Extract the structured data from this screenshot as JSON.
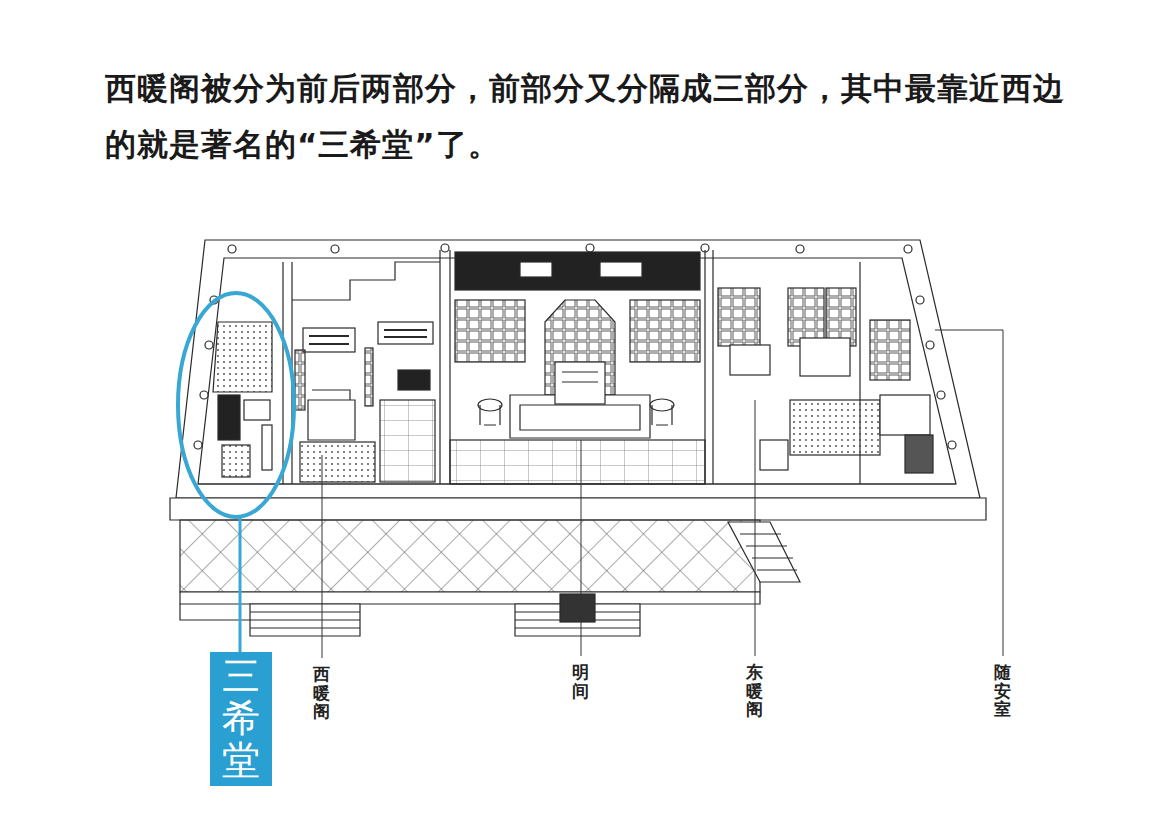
{
  "diagram": {
    "title": "西暖阁被分为前后两部分，前部分又分隔成三部分，其中最靠近西边的就是著名的“三希堂”了。",
    "nodes": [
      {
        "text": [
          "三希堂"
        ]
      }
    ],
    "labels": [
      "西暖阁",
      "明间",
      "东暖阁",
      "随安室"
    ]
  }
}
